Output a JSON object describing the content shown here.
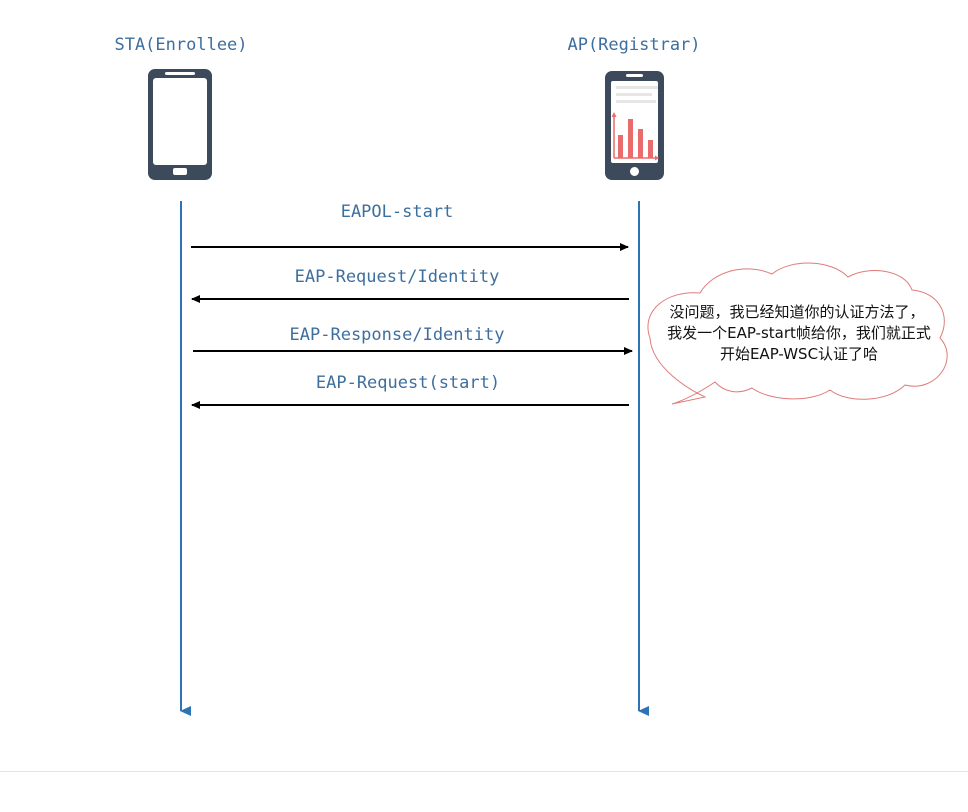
{
  "participants": {
    "sta": {
      "label": "STA(Enrollee)",
      "icon": "smartphone-icon"
    },
    "ap": {
      "label": "AP(Registrar)",
      "icon": "smartphone-chart-icon"
    }
  },
  "messages": [
    {
      "label": "EAPOL-start",
      "direction": "sta-to-ap"
    },
    {
      "label": "EAP-Request/Identity",
      "direction": "ap-to-sta"
    },
    {
      "label": "EAP-Response/Identity",
      "direction": "sta-to-ap"
    },
    {
      "label": "EAP-Request(start)",
      "direction": "ap-to-sta"
    }
  ],
  "note": {
    "lines": [
      "没问题，我已经知道你的认证方法了，",
      "我发一个EAP-start帧给你，我们就正式",
      "开始EAP-WSC认证了哈"
    ]
  },
  "colors": {
    "lifeline": "#2e74b5",
    "label": "#3d6f9e",
    "arrow": "#000000",
    "phone_body": "#3c4a5c",
    "cloud_border": "#e07b7b",
    "chart_bar": "#e96b6b"
  }
}
